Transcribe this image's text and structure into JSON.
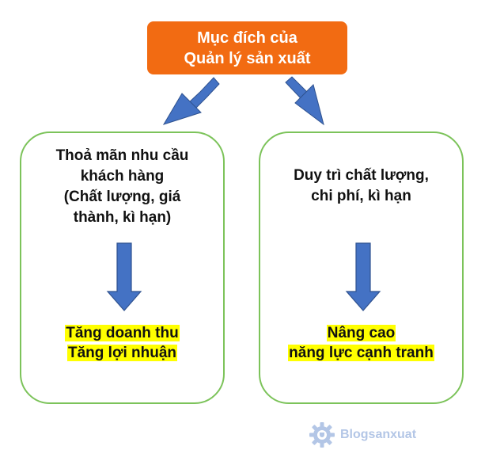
{
  "top_box": {
    "line1": "Mục đích của",
    "line2": "Quản lý sản xuất"
  },
  "left_panel": {
    "lines": [
      "Thoả mãn nhu cầu",
      "khách hàng",
      "(Chất lượng, giá",
      "thành, kì hạn)"
    ],
    "result_lines": [
      "Tăng doanh thu",
      "Tăng lợi nhuận"
    ]
  },
  "right_panel": {
    "lines": [
      "Duy trì chất lượng,",
      "chi phí, kì hạn"
    ],
    "result_lines": [
      "Nâng cao",
      "năng lực cạnh tranh"
    ]
  },
  "watermark": {
    "text": "Blogsanxuat"
  },
  "colors": {
    "top_box": "#f26b12",
    "panel_border": "#7cc35a",
    "arrow": "#4472c4",
    "highlight": "#ffff00"
  }
}
